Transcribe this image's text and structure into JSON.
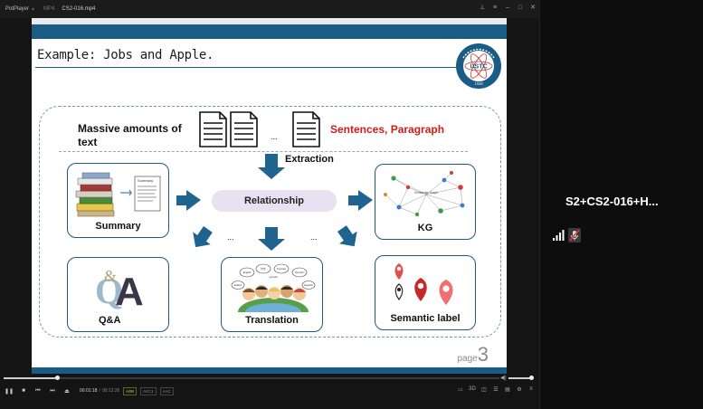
{
  "titlebar": {
    "app_name": "PotPlayer",
    "format": "MP4",
    "file_name": "CS2-016.mp4"
  },
  "slide": {
    "title": "Example: Jobs and Apple.",
    "logo_text": "USTC",
    "logo_year": "1958",
    "massive_text": "Massive amounts of text",
    "dots": "...",
    "sentences_label": "Sentences, Paragraph",
    "extraction_label": "Extraction",
    "relationship_label": "Relationship",
    "boxes": {
      "summary": "Summary",
      "kg": "KG",
      "qa": "Q&A",
      "translation": "Translation",
      "semantic": "Semantic label"
    },
    "summary_doc_title": "Summary",
    "kg_center_text": "Knowledge Graph",
    "speech_bubbles": [
      "English",
      "中文",
      "Français",
      "Deutsch",
      "Italiano",
      "Español",
      "русский"
    ],
    "page_word": "page",
    "page_number": "3",
    "colors": {
      "band": "#1b5c86",
      "accent_red": "#d21b1b",
      "box_border": "#1f5a80",
      "arrow": "#1f6390"
    }
  },
  "playback": {
    "progress": 0.108,
    "volume": 0.9,
    "current_time": "00:01:18",
    "total_time": "00:12:26",
    "badges": [
      "H/W",
      "AVC1",
      "AAC"
    ]
  },
  "participant": {
    "name": "S2+CS2-016+H...",
    "signal_icon": "signal-bars-icon",
    "mic_icon": "mic-muted-icon"
  }
}
